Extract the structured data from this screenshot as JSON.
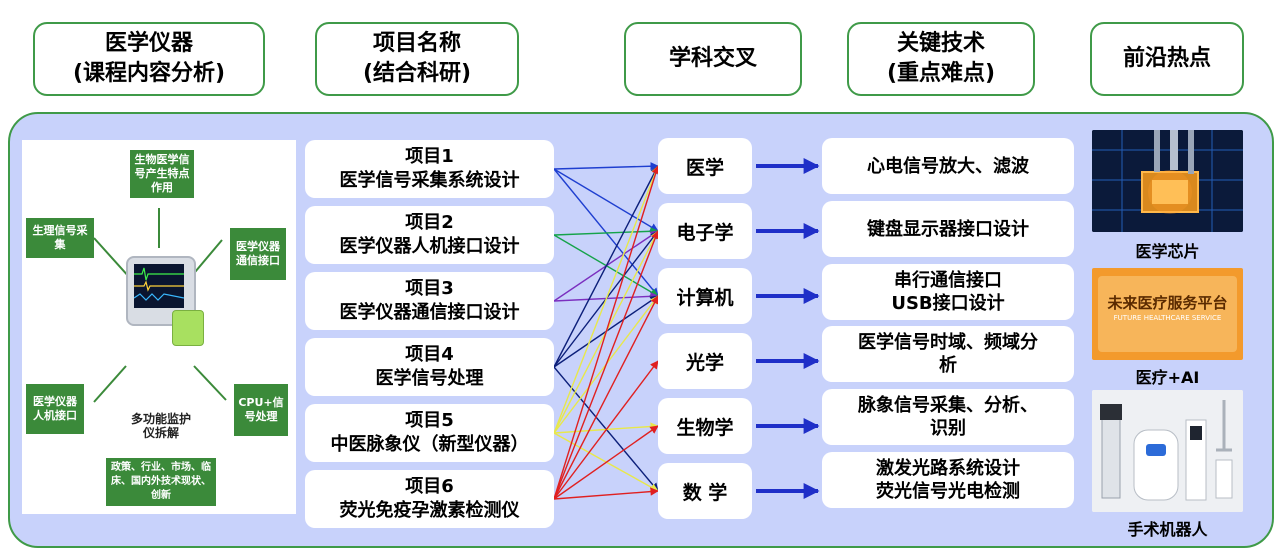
{
  "headers": [
    {
      "line1": "医学仪器",
      "line2": "(课程内容分析)"
    },
    {
      "line1": "项目名称",
      "line2": "(结合科研)"
    },
    {
      "line1": "学科交叉",
      "line2": ""
    },
    {
      "line1": "关键技术",
      "line2": "(重点难点)"
    },
    {
      "line1": "前沿热点",
      "line2": ""
    }
  ],
  "course_image": {
    "bio_signal": "生物医学信号产生特点作用",
    "acquisition": "生理信号采集",
    "comm_interface": "医学仪器通信接口",
    "hmi_interface": "医学仪器人机接口",
    "cpu": "CPU+信号处理",
    "device_caption": "多功能监护仪拆解",
    "policy": "政策、行业、市场、临床、国内外技术现状、创新"
  },
  "projects": [
    {
      "num": "项目1",
      "name": "医学信号采集系统设计"
    },
    {
      "num": "项目2",
      "name": "医学仪器人机接口设计"
    },
    {
      "num": "项目3",
      "name": "医学仪器通信接口设计"
    },
    {
      "num": "项目4",
      "name": "医学信号处理"
    },
    {
      "num": "项目5",
      "name": "中医脉象仪（新型仪器）"
    },
    {
      "num": "项目6",
      "name": "荧光免疫孕激素检测仪"
    }
  ],
  "disciplines": [
    "医学",
    "电子学",
    "计算机",
    "光学",
    "生物学",
    "数 学"
  ],
  "technologies": [
    {
      "line1": "心电信号放大、滤波",
      "line2": ""
    },
    {
      "line1": "键盘显示器接口设计",
      "line2": ""
    },
    {
      "line1": "串行通信接口",
      "line2": "USB接口设计"
    },
    {
      "line1": "医学信号时域、频域分",
      "line2": "析"
    },
    {
      "line1": "脉象信号采集、分析、",
      "line2": "识别"
    },
    {
      "line1": "激发光路系统设计",
      "line2": "荧光信号光电检测"
    }
  ],
  "hotspots": [
    {
      "caption": "医学芯片"
    },
    {
      "caption": "医疗+AI",
      "banner_text": "未来医疗服务平台",
      "banner_sub": "FUTURE HEALTHCARE SERVICE"
    },
    {
      "caption": "手术机器人"
    }
  ],
  "links": [
    {
      "from": 0,
      "to": 0,
      "color": "#1f3fd0"
    },
    {
      "from": 0,
      "to": 1,
      "color": "#1f3fd0"
    },
    {
      "from": 0,
      "to": 2,
      "color": "#1f3fd0"
    },
    {
      "from": 1,
      "to": 1,
      "color": "#16a34a"
    },
    {
      "from": 1,
      "to": 2,
      "color": "#16a34a"
    },
    {
      "from": 2,
      "to": 1,
      "color": "#7b2fbf"
    },
    {
      "from": 2,
      "to": 2,
      "color": "#7b2fbf"
    },
    {
      "from": 3,
      "to": 0,
      "color": "#0c1f7a"
    },
    {
      "from": 3,
      "to": 1,
      "color": "#0c1f7a"
    },
    {
      "from": 3,
      "to": 2,
      "color": "#0c1f7a"
    },
    {
      "from": 3,
      "to": 5,
      "color": "#0c1f7a"
    },
    {
      "from": 4,
      "to": 0,
      "color": "#e8e84a"
    },
    {
      "from": 4,
      "to": 1,
      "color": "#e8e84a"
    },
    {
      "from": 4,
      "to": 2,
      "color": "#e8e84a"
    },
    {
      "from": 4,
      "to": 4,
      "color": "#e8e84a"
    },
    {
      "from": 4,
      "to": 5,
      "color": "#e8e84a"
    },
    {
      "from": 5,
      "to": 0,
      "color": "#e02020"
    },
    {
      "from": 5,
      "to": 1,
      "color": "#e02020"
    },
    {
      "from": 5,
      "to": 2,
      "color": "#e02020"
    },
    {
      "from": 5,
      "to": 3,
      "color": "#e02020"
    },
    {
      "from": 5,
      "to": 4,
      "color": "#e02020"
    },
    {
      "from": 5,
      "to": 5,
      "color": "#e02020"
    }
  ],
  "colors": {
    "border": "#3f9a48",
    "panel": "#c8d2fb",
    "arrow": "#1f2fc8",
    "green_label": "#3b8a3a"
  }
}
